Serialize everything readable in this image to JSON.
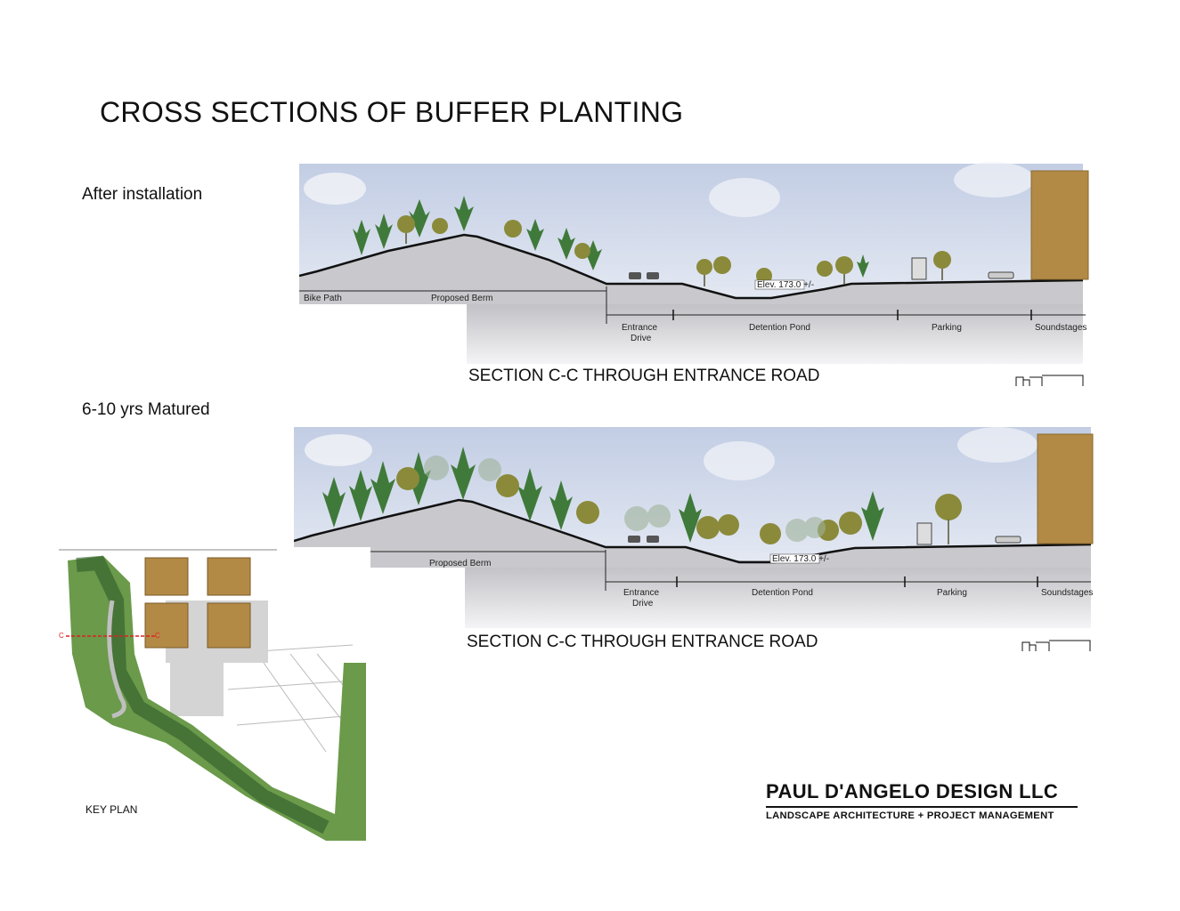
{
  "page": {
    "title": "CROSS SECTIONS OF BUFFER PLANTING"
  },
  "stages": [
    {
      "label": "After installation"
    },
    {
      "label": "6-10 yrs Matured"
    }
  ],
  "section": {
    "title": "SECTION C-C THROUGH ENTRANCE ROAD",
    "labels": {
      "bike_path": "Bike Path",
      "berm": "Proposed Berm",
      "entrance_line1": "Entrance",
      "entrance_line2": "Drive",
      "pond": "Detention Pond",
      "parking": "Parking",
      "soundstages": "Soundstages",
      "elevation": "Elev. 173.0 +/-"
    }
  },
  "key_plan": {
    "label": "KEY PLAN",
    "marker_left": "C",
    "marker_right": "C"
  },
  "firm": {
    "name": "PAUL D'ANGELO DESIGN LLC",
    "tagline": "LANDSCAPE ARCHITECTURE + PROJECT MANAGEMENT"
  },
  "colors": {
    "sky": "#cfd8ea",
    "ground": "#c8c8cc",
    "building": "#b38a45",
    "tree_green": "#3f7a3a",
    "tree_olive": "#8a8a3a"
  }
}
